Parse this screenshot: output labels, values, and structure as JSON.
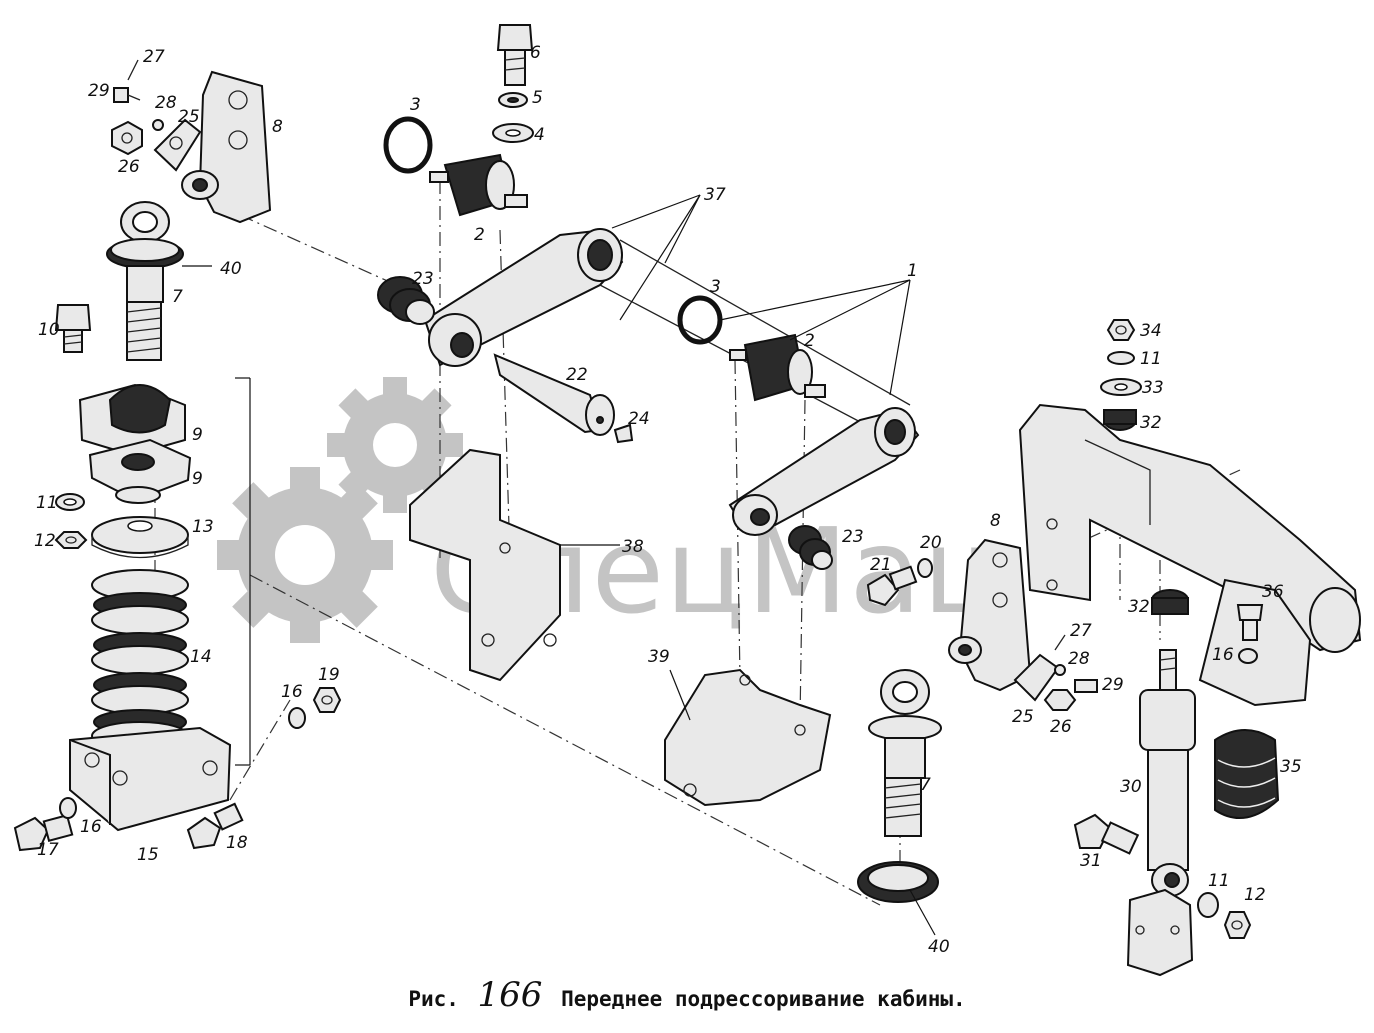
{
  "caption": {
    "prefix": "Рис.",
    "number": "166",
    "title": "Переднее подрессоривание кабины."
  },
  "watermark": {
    "text": "СпецМаш"
  },
  "callouts": [
    {
      "label": "27"
    },
    {
      "label": "29"
    },
    {
      "label": "28"
    },
    {
      "label": "25"
    },
    {
      "label": "26"
    },
    {
      "label": "8"
    },
    {
      "label": "40"
    },
    {
      "label": "7"
    },
    {
      "label": "10"
    },
    {
      "label": "9"
    },
    {
      "label": "9"
    },
    {
      "label": "11"
    },
    {
      "label": "12"
    },
    {
      "label": "13"
    },
    {
      "label": "14"
    },
    {
      "label": "15"
    },
    {
      "label": "16"
    },
    {
      "label": "17"
    },
    {
      "label": "18"
    },
    {
      "label": "16"
    },
    {
      "label": "19"
    },
    {
      "label": "3"
    },
    {
      "label": "6"
    },
    {
      "label": "5"
    },
    {
      "label": "4"
    },
    {
      "label": "2"
    },
    {
      "label": "37"
    },
    {
      "label": "23"
    },
    {
      "label": "22"
    },
    {
      "label": "24"
    },
    {
      "label": "38"
    },
    {
      "label": "39"
    },
    {
      "label": "1"
    },
    {
      "label": "3"
    },
    {
      "label": "2"
    },
    {
      "label": "23"
    },
    {
      "label": "21"
    },
    {
      "label": "20"
    },
    {
      "label": "8"
    },
    {
      "label": "27"
    },
    {
      "label": "28"
    },
    {
      "label": "29"
    },
    {
      "label": "25"
    },
    {
      "label": "26"
    },
    {
      "label": "7"
    },
    {
      "label": "40"
    },
    {
      "label": "34"
    },
    {
      "label": "11"
    },
    {
      "label": "33"
    },
    {
      "label": "32"
    },
    {
      "label": "32"
    },
    {
      "label": "36"
    },
    {
      "label": "16"
    },
    {
      "label": "35"
    },
    {
      "label": "30"
    },
    {
      "label": "31"
    },
    {
      "label": "11"
    },
    {
      "label": "12"
    }
  ]
}
